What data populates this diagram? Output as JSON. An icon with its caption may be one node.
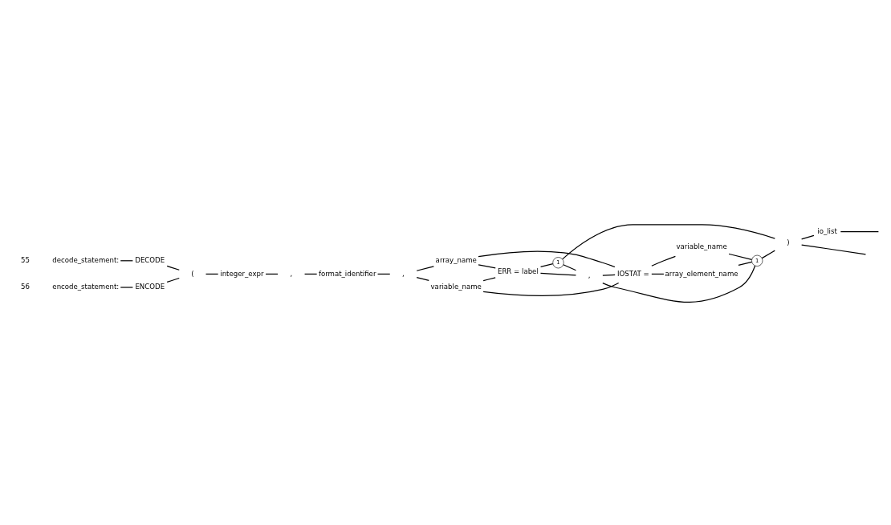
{
  "diagram": {
    "nodes": [
      {
        "text": [
          "decode_statement:"
        ]
      },
      {
        "text": [
          "DECODE"
        ]
      },
      {
        "text": [
          "encode_statement:"
        ]
      },
      {
        "text": [
          "ENCODE"
        ]
      },
      {
        "text": [
          "("
        ]
      },
      {
        "text": [
          "integer_expr"
        ]
      },
      {
        "text": [
          ","
        ]
      },
      {
        "text": [
          "format_identifier"
        ]
      },
      {
        "text": [
          ","
        ]
      },
      {
        "text": [
          "variable_name"
        ]
      },
      {
        "text": [
          "array_name"
        ]
      },
      {
        "text": [
          "ERR = label"
        ]
      },
      {
        "text": [
          "1"
        ]
      },
      {
        "text": [
          "IOSTAT ="
        ]
      },
      {
        "text": [
          "variable_name"
        ]
      },
      {
        "text": [
          "array_element_name"
        ]
      },
      {
        "text": [
          "1"
        ]
      },
      {
        "text": [
          ","
        ]
      },
      {
        "text": [
          ")"
        ]
      },
      {
        "text": [
          "io_list"
        ]
      }
    ],
    "edges": [
      {
        "from": 0,
        "to": 1,
        "arrow": "none"
      },
      {
        "from": 2,
        "to": 3,
        "arrow": "none"
      },
      {
        "from": 1,
        "to": 4,
        "arrow": "none"
      },
      {
        "from": 3,
        "to": 4,
        "arrow": "none"
      },
      {
        "from": 4,
        "to": 5,
        "arrow": "none"
      },
      {
        "from": 5,
        "to": 6,
        "arrow": "none"
      },
      {
        "from": 6,
        "to": 7,
        "arrow": "none"
      },
      {
        "from": 7,
        "to": 8,
        "arrow": "none"
      },
      {
        "from": 8,
        "to": 9,
        "arrow": "none"
      },
      {
        "from": 8,
        "to": 10,
        "arrow": "none"
      },
      {
        "from": 9,
        "to": 11,
        "arrow": "none"
      },
      {
        "from": 9,
        "to": 13,
        "arrow": "none"
      },
      {
        "from": 10,
        "to": 11,
        "arrow": "none"
      },
      {
        "from": 10,
        "to": 13,
        "arrow": "none"
      },
      {
        "from": 11,
        "to": 12,
        "arrow": "none"
      },
      {
        "from": 13,
        "to": 14,
        "arrow": "none"
      },
      {
        "from": 13,
        "to": 15,
        "arrow": "none"
      },
      {
        "from": 14,
        "to": 16,
        "arrow": "none"
      },
      {
        "from": 15,
        "to": 16,
        "arrow": "none"
      },
      {
        "from": 12,
        "to": 17,
        "arrow": "none"
      },
      {
        "from": 16,
        "to": 17,
        "arrow": "none"
      },
      {
        "from": 17,
        "to": 11,
        "arrow": "none"
      },
      {
        "from": 17,
        "to": 13,
        "arrow": "none"
      },
      {
        "from": 12,
        "to": 18,
        "arrow": "none"
      },
      {
        "from": 16,
        "to": 18,
        "arrow": "none"
      },
      {
        "from": 18,
        "to": 19,
        "arrow": "none"
      },
      {
        "from": 19,
        "to": null,
        "arrow": "none"
      },
      {
        "from": 18,
        "to": null,
        "arrow": "none"
      }
    ],
    "labels": [
      "55",
      "56"
    ]
  }
}
